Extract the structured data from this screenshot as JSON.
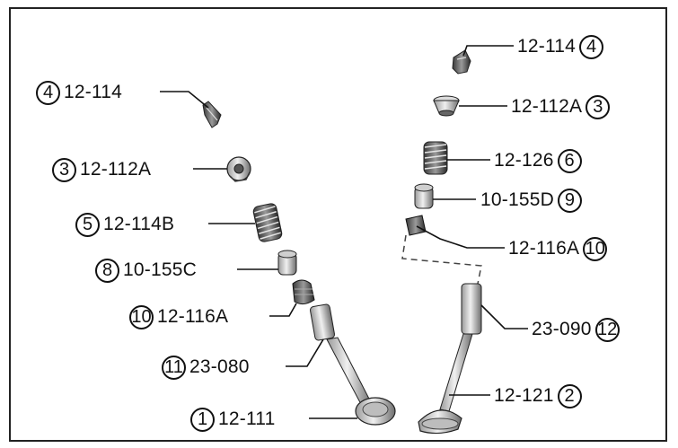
{
  "callouts_left": [
    {
      "num": "4",
      "code": "12-114"
    },
    {
      "num": "3",
      "code": "12-112A"
    },
    {
      "num": "5",
      "code": "12-114B"
    },
    {
      "num": "8",
      "code": "10-155C"
    },
    {
      "num": "10",
      "code": "12-116A"
    },
    {
      "num": "11",
      "code": "23-080"
    },
    {
      "num": "1",
      "code": "12-111"
    }
  ],
  "callouts_right": [
    {
      "num": "4",
      "code": "12-114"
    },
    {
      "num": "3",
      "code": "12-112A"
    },
    {
      "num": "6",
      "code": "12-126"
    },
    {
      "num": "9",
      "code": "10-155D"
    },
    {
      "num": "10",
      "code": "12-116A"
    },
    {
      "num": "12",
      "code": "23-090"
    },
    {
      "num": "2",
      "code": "12-121"
    }
  ]
}
